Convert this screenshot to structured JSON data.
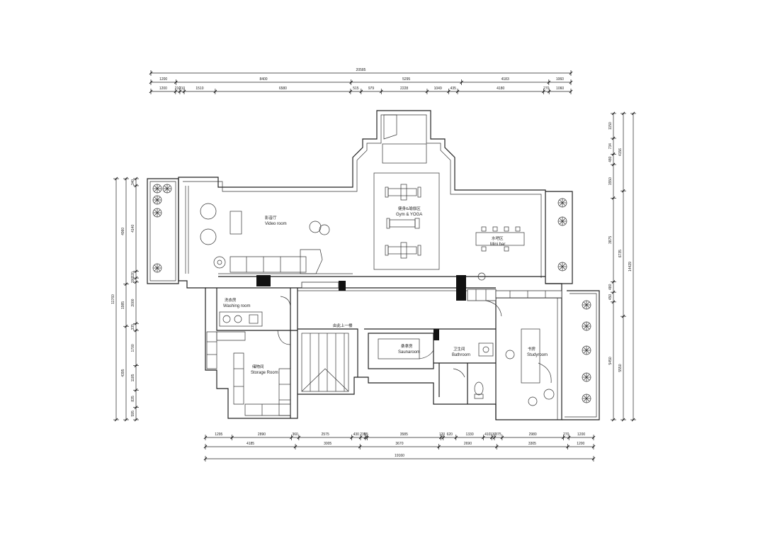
{
  "dimensions": {
    "top_total": "20585",
    "top_row1": [
      "1200",
      "8400",
      "5295",
      "4183",
      "1060"
    ],
    "top_row2": [
      "1200",
      "210",
      "210",
      "1510",
      "6580",
      "515",
      "979",
      "2228",
      "1049",
      "435",
      "4180",
      "270",
      "1060"
    ],
    "bottom_row1": [
      "1295",
      "2890",
      "360",
      "2575",
      "430",
      "235",
      "85",
      "3585",
      "120",
      "620",
      "1330",
      "410",
      "130",
      "375",
      "2980",
      "270",
      "1200"
    ],
    "bottom_row2": [
      "4185",
      "3005",
      "3670",
      "2690",
      "3305",
      "1200"
    ],
    "bottom_total": "19160",
    "left_row1": [
      "340",
      "4140",
      "320",
      "200",
      "2000",
      "335",
      "1700",
      "1185",
      "835",
      "595"
    ],
    "left_row2": [
      "4960",
      "1985",
      "4395"
    ],
    "left_total": "11760",
    "right_row1": [
      "1150",
      "734",
      "480",
      "1550",
      "3875",
      "480",
      "450",
      "5450"
    ],
    "right_row2": [
      "4156",
      "6735",
      "5550"
    ],
    "right_total": "14429"
  },
  "rooms": {
    "video": {
      "cn": "影音厅",
      "en": "Video room"
    },
    "gym": {
      "cn": "健身&瑜伽区",
      "en": "Gym & YOGA"
    },
    "minibar": {
      "cn": "水吧区",
      "en": "Mini bar"
    },
    "washing": {
      "cn": "洗衣房",
      "en": "Washing room"
    },
    "storage": {
      "cn": "储物间",
      "en": "Storage Room"
    },
    "sauna": {
      "cn": "桑拿房",
      "en": "Saunaroom"
    },
    "bathroom": {
      "cn": "卫生间",
      "en": "Bathroom"
    },
    "study": {
      "cn": "书房",
      "en": "Studyroom"
    }
  },
  "stair_note": "由此上一楼",
  "colors": {
    "line": "#222222",
    "background": "#ffffff",
    "solid": "#111111"
  }
}
